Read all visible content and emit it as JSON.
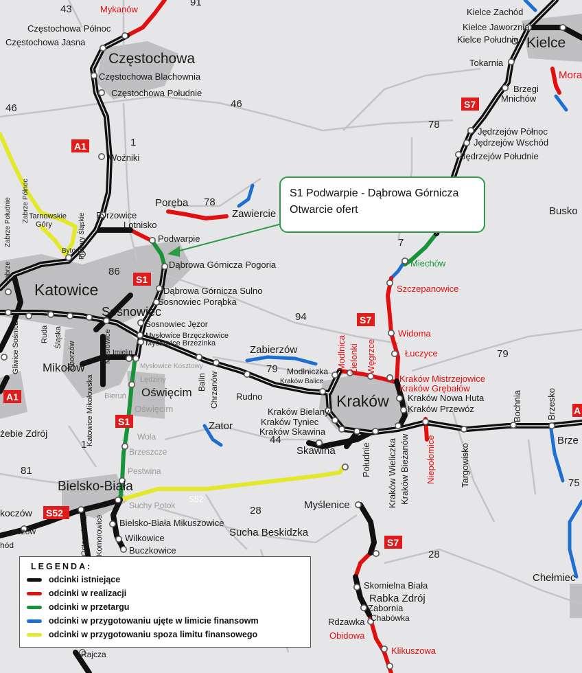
{
  "callout": {
    "line1": "S1 Podwarpie - Dąbrowa Górnicza",
    "line2": "Otwarcie ofert"
  },
  "legend": {
    "title": "LEGENDA:",
    "items": [
      {
        "label": "odcinki istniejące",
        "color": "#111111"
      },
      {
        "label": "odcinki w realizacji",
        "color": "#e01010"
      },
      {
        "label": "odcinki w przetargu",
        "color": "#18933a"
      },
      {
        "label": "odcinki w przygotowaniu ujęte w limicie finansowm",
        "color": "#1f6fd1"
      },
      {
        "label": "odcinki w przygotowaniu spoza limitu finansowego",
        "color": "#e2e82a"
      }
    ]
  },
  "colors": {
    "existing": "#111111",
    "construction": "#e01010",
    "tender": "#18933a",
    "prep_limit": "#1f6fd1",
    "prep_outside": "#e2e82a",
    "background": "#e6e6e8",
    "urban": "#b9b9bb"
  },
  "shields": {
    "A1_north": "A1",
    "A1_south": "A1",
    "S1_north": "S1",
    "S1_south": "S1",
    "S7_north": "S7",
    "S7_krakow": "S7",
    "S7_south": "S7",
    "S52": "S52",
    "A_east": "A"
  },
  "roads": {
    "r43": "43",
    "r91": "91",
    "r46a": "46",
    "r46b": "46",
    "r1a": "1",
    "r1b": "1",
    "r78a": "78",
    "r78b": "78",
    "r86": "86",
    "r94": "94",
    "r79a": "79",
    "r79b": "79",
    "r7": "7",
    "r44": "44",
    "r28a": "28",
    "r28b": "28",
    "r81": "81",
    "r75": "75",
    "rS52": "S52"
  },
  "cities": {
    "czestochowa": "Częstochowa",
    "katowice": "Katowice",
    "krakow": "Kraków",
    "bielsko": "Bielsko-Biała",
    "kielce": "Kielce",
    "sosnowiec": "Sosnowiec",
    "oswiecim": "Oświęcim",
    "mikolow": "Mikołów"
  },
  "labels": {
    "mykanow": "Mykanów",
    "czest_pn": "Częstochowa Północ",
    "czest_jasna": "Częstochowa Jasna",
    "czest_blach": "Częstochowa Blachownia",
    "czest_pd": "Częstochowa Południe",
    "wozniki": "Woźniki",
    "poreba": "Poręba",
    "zawiercie": "Zawiercie",
    "pyrzowice": "Pyrzowice",
    "lotnisko": "Lotnisko",
    "podwarpie": "Podwarpie",
    "dg_pogoria": "Dąbrowa Górnicza Pogoria",
    "dg_sulno": "Dąbrowa Górnicza Sulno",
    "sosn_poreba": "Sosnowiec Porąbka",
    "sosn_jezor": "Sosnowiec Jęzor",
    "mysl_brz": "Mysłowice Brzęczkowice",
    "mysl_brzez": "Mysłowice Brzezinka",
    "mysl_kosztowy": "Mysłowice Kosztowy",
    "imielin": "Imielin",
    "ledziny": "Lędziny",
    "bierun": "Bieruń",
    "oswiecim_grey": "Oświęcim",
    "wola": "Wola",
    "brzeszcze": "Brzeszcze",
    "pestwina": "Pestwina",
    "suchy_potok": "Suchy Potok",
    "bb_mikuszowice": "Bielsko-Biała Mikuszowice",
    "wilkowice": "Wilkowice",
    "buczkowice": "Buczkowice",
    "sucha": "Sucha Beskidzka",
    "myslenice": "Myślenice",
    "skomielna": "Skomielna Biała",
    "rabka": "Rabka Zdrój",
    "zabornia": "Zabornia",
    "chabowka": "Chabówka",
    "rdzawka": "Rdzawka",
    "obidowa": "Obidowa",
    "klikuszowa": "Klikuszowa",
    "rajcza": "Rajcza",
    "zator": "Zator",
    "skawina": "Skawina",
    "rudno": "Rudno",
    "balin": "Balin",
    "chrzanow": "Chrzanów",
    "zabierzow": "Zabierzów",
    "modlniczka": "Modlniczka",
    "krakow_balice": "Kraków Balice",
    "krakow_bielany": "Kraków Bielany",
    "krakow_tyniec": "Kraków Tyniec",
    "krakow_skawina": "Kraków Skawina",
    "poludnie": "Południe",
    "krakow_wieliczka": "Kraków Wieliczka",
    "krakow_biezanow": "Kraków Bieżanów",
    "krakow_mistrz": "Kraków Mistrzejowice",
    "krakow_grebalow": "Kraków Grębałów",
    "krakow_nowa_huta": "Kraków Nowa Huta",
    "krakow_przewoz": "Kraków Przewóz",
    "niepolomice": "Niepołomice",
    "targowisko": "Targowisko",
    "bochnia": "Bochnia",
    "brzesko": "Brzesko",
    "brzesko2": "Brze",
    "modlnica": "Modlnica",
    "zielonki": "Zielonki",
    "wegrzce": "Węgrzce",
    "luczyce": "Łuczyce",
    "widoma": "Widoma",
    "szczepanowice": "Szczepanowice",
    "miechow": "Miechów",
    "kielce_zachod": "Kielce Zachód",
    "kielce_jaw": "Kielce Jaworznia",
    "kielce_pd": "Kielce Południe",
    "tokarnia": "Tokarnia",
    "brzegi": "Brzegi",
    "mnichow": "Mnichów",
    "jedrz_pn": "Jędrzejów Północ",
    "jedrz_wsch": "Jędrzejów Wschód",
    "jedrz_pd": "Jędrzejów Południe",
    "busko": "Busko",
    "mora": "Mora",
    "chelmiec": "Chełmiec",
    "tarnowskie": "Tarnowskie",
    "gory": "Góry",
    "zabrze_pn": "Zabrze Północ",
    "zabrze_pd": "Zabrze Południe",
    "bytom": "Bytom",
    "piekary": "Piekary Śląskie",
    "gliwice": "Gliwice Sośnica",
    "ruda": "Ruda",
    "slaska": "Śląska",
    "chorzow": "Chorzów",
    "myslowice": "Mysłowice",
    "katowice_mik": "Katowice Mikołowska",
    "zebie": "żebie Zdrój",
    "kroczow": "koczów",
    "kroczow2": "oczów",
    "hod": "hód",
    "ostoszowka": "Ostoszówka",
    "komorowice": "Komorowice",
    "zabrze_a": "Zabrze"
  }
}
